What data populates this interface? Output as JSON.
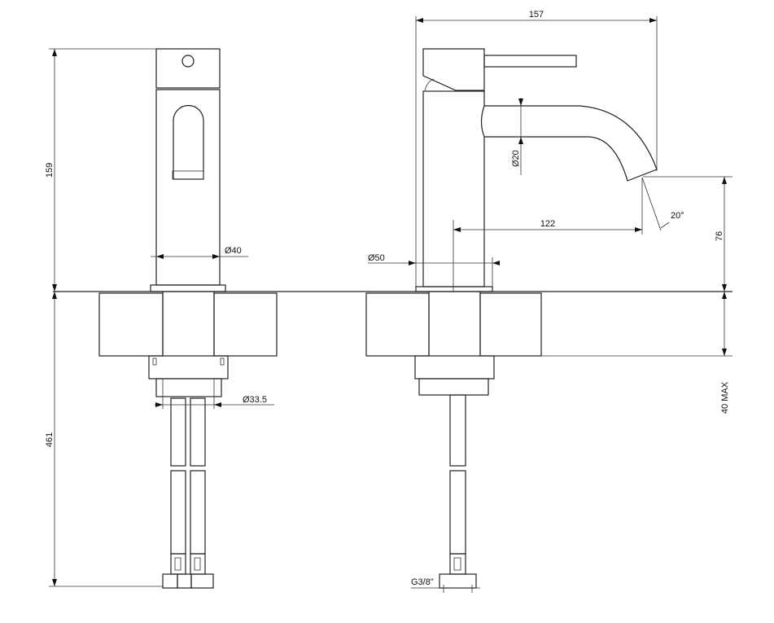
{
  "drawing": {
    "front_view": {
      "height_label": "159",
      "body_diameter_label": "Ø40",
      "below_counter_label": "461",
      "connector_diameter_label": "Ø33.5"
    },
    "side_view": {
      "overall_length_label": "157",
      "spout_diameter_label": "Ø20",
      "spout_angle_label": "20°",
      "spout_reach_label": "122",
      "base_diameter_label": "Ø50",
      "spout_height_label": "76",
      "counter_thickness_label": "40 MAX",
      "thread_label": "G3/8\""
    }
  }
}
